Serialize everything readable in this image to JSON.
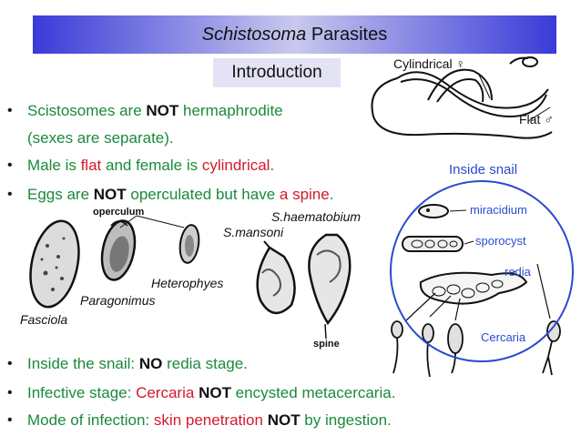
{
  "header": {
    "title_italic": "Schistosoma",
    "title_rest": " Parasites"
  },
  "intro_label": "Introduction",
  "adult_labels": {
    "female": "Cylindrical ♀",
    "male": "Flat ♂"
  },
  "bullets": [
    {
      "parts": [
        "Scistosomes are ",
        "NOT",
        " hermaphrodite"
      ]
    },
    {
      "parts": [
        "(sexes are separate)."
      ]
    },
    {
      "parts": [
        "Male is ",
        "flat",
        " and female is ",
        "cylindrical",
        "."
      ]
    },
    {
      "parts": [
        "Eggs are ",
        "NOT",
        " operculated but have ",
        "a spine",
        "."
      ]
    },
    {
      "parts": [
        "Inside the snail: ",
        "NO",
        " redia stage."
      ]
    },
    {
      "parts": [
        "Infective stage: ",
        "Cercaria",
        " ",
        "NOT",
        " encysted metacercaria."
      ]
    },
    {
      "parts": [
        "Mode of infection: ",
        "skin penetration",
        " ",
        "NOT",
        " by ingestion."
      ]
    }
  ],
  "egg_labels": {
    "operculum": "operculum",
    "s_haematobium": "S.haematobium",
    "s_mansoni": "S.mansoni",
    "heterophyes": "Heterophyes",
    "paragonimus": "Paragonimus",
    "fasciola": "Fasciola",
    "spine": "spine"
  },
  "snail": {
    "title": "Inside snail",
    "miracidium": "miracidium",
    "sporocyst": "sporocyst",
    "redia": "redia",
    "cercaria": "Cercaria"
  },
  "colors": {
    "green": "#1a8a3a",
    "red": "#d4192b",
    "blue": "#2a4ad0"
  }
}
